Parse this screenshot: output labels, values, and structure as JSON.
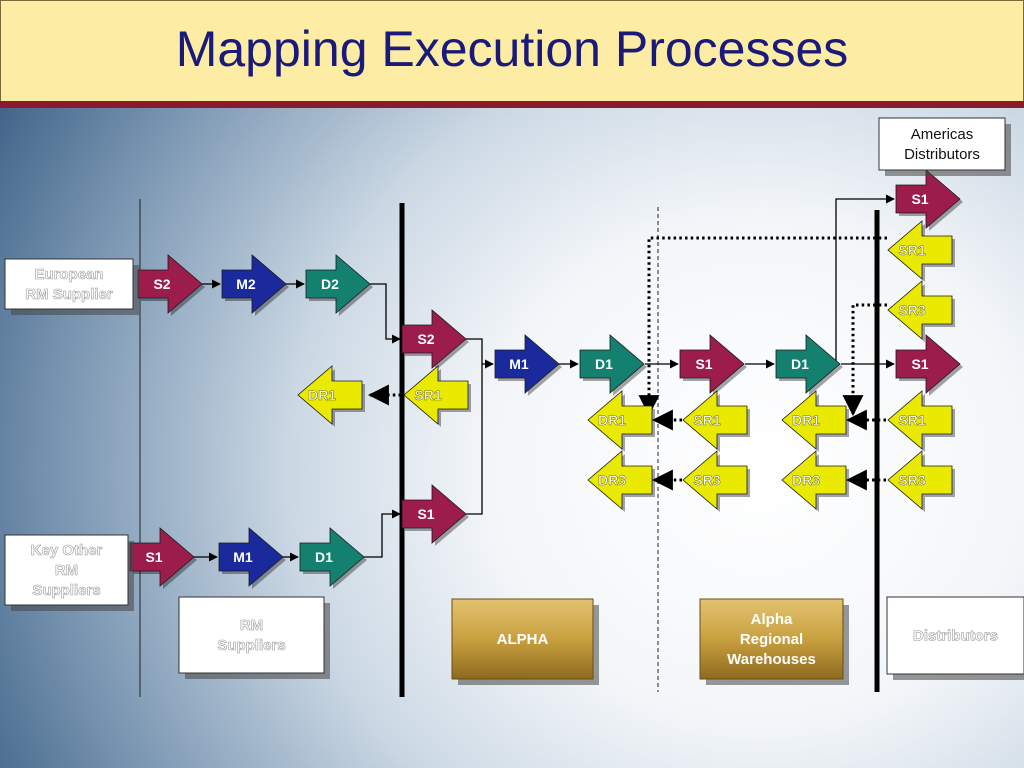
{
  "title": "Mapping Execution Processes",
  "colors": {
    "S": "#9c1c4c",
    "M": "#1a2a9c",
    "D": "#138070",
    "R": "#eaea00",
    "title_bg": "#fdeca3",
    "title_text": "#1a1a7a",
    "rule": "#8a1a2e",
    "gold": "#c9a040"
  },
  "nodes": [
    {
      "id": "eu-s2",
      "label": "S2",
      "kind": "S",
      "dir": "right"
    },
    {
      "id": "eu-m2",
      "label": "M2",
      "kind": "M",
      "dir": "right"
    },
    {
      "id": "eu-d2",
      "label": "D2",
      "kind": "D",
      "dir": "right"
    },
    {
      "id": "ko-s1",
      "label": "S1",
      "kind": "S",
      "dir": "right"
    },
    {
      "id": "ko-m1",
      "label": "M1",
      "kind": "M",
      "dir": "right"
    },
    {
      "id": "ko-d1",
      "label": "D1",
      "kind": "D",
      "dir": "right"
    },
    {
      "id": "al-s2",
      "label": "S2",
      "kind": "S",
      "dir": "right"
    },
    {
      "id": "al-s1",
      "label": "S1",
      "kind": "S",
      "dir": "right"
    },
    {
      "id": "al-sr1",
      "label": "SR1",
      "kind": "R",
      "dir": "left"
    },
    {
      "id": "al-dr1",
      "label": "DR1",
      "kind": "R",
      "dir": "left"
    },
    {
      "id": "al-m1",
      "label": "M1",
      "kind": "M",
      "dir": "right"
    },
    {
      "id": "al-d1",
      "label": "D1",
      "kind": "D",
      "dir": "right"
    },
    {
      "id": "wh-s1",
      "label": "S1",
      "kind": "S",
      "dir": "right"
    },
    {
      "id": "wh-d1",
      "label": "D1",
      "kind": "D",
      "dir": "right"
    },
    {
      "id": "a-dr1",
      "label": "DR1",
      "kind": "R",
      "dir": "left"
    },
    {
      "id": "a-sr1",
      "label": "SR1",
      "kind": "R",
      "dir": "left"
    },
    {
      "id": "a-dr3",
      "label": "DR3",
      "kind": "R",
      "dir": "left"
    },
    {
      "id": "a-sr3",
      "label": "SR3",
      "kind": "R",
      "dir": "left"
    },
    {
      "id": "w-dr1",
      "label": "DR1",
      "kind": "R",
      "dir": "left"
    },
    {
      "id": "w-dr3",
      "label": "DR3",
      "kind": "R",
      "dir": "left"
    },
    {
      "id": "di-s1-top",
      "label": "S1",
      "kind": "S",
      "dir": "right"
    },
    {
      "id": "di-sr1-top",
      "label": "SR1",
      "kind": "R",
      "dir": "left"
    },
    {
      "id": "di-sr3-top",
      "label": "SR3",
      "kind": "R",
      "dir": "left"
    },
    {
      "id": "di-s1",
      "label": "S1",
      "kind": "S",
      "dir": "right"
    },
    {
      "id": "di-sr1",
      "label": "SR1",
      "kind": "R",
      "dir": "left"
    },
    {
      "id": "di-sr3",
      "label": "SR3",
      "kind": "R",
      "dir": "left"
    }
  ],
  "boxes": [
    {
      "id": "european",
      "lines": [
        "European",
        "RM Supplier"
      ],
      "style": "white",
      "text_style": "faded"
    },
    {
      "id": "key-other",
      "lines": [
        "Key Other",
        "RM",
        "Suppliers"
      ],
      "style": "white",
      "text_style": "faded"
    },
    {
      "id": "rm-suppliers",
      "lines": [
        "RM",
        "Suppliers"
      ],
      "style": "white",
      "text_style": "faded"
    },
    {
      "id": "alpha",
      "lines": [
        "ALPHA"
      ],
      "style": "gold",
      "text_style": "light"
    },
    {
      "id": "alpha-regional",
      "lines": [
        "Alpha",
        "Regional",
        "Warehouses"
      ],
      "style": "gold",
      "text_style": "light"
    },
    {
      "id": "distributors",
      "lines": [
        "Distributors"
      ],
      "style": "white",
      "text_style": "faded"
    },
    {
      "id": "americas",
      "lines": [
        "Americas",
        "Distributors"
      ],
      "style": "white",
      "text_style": "dark"
    }
  ]
}
